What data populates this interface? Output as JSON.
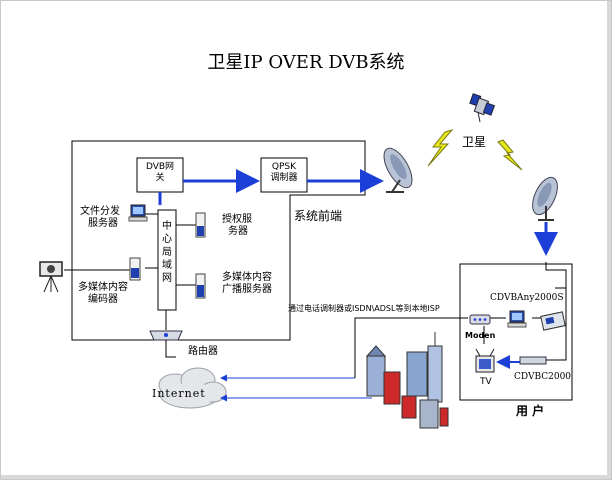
{
  "title": "卫星IP OVER DVB系统",
  "labels": {
    "dvb_gateway": [
      "DVB网",
      "关"
    ],
    "qpsk": [
      "QPSK",
      "调制器"
    ],
    "satellite": "卫星",
    "file_server": [
      "文件分发",
      "服务器"
    ],
    "central_lan": [
      "中",
      "心",
      "局",
      "域",
      "网"
    ],
    "auth_server": [
      "授权服",
      "务器"
    ],
    "system_frontend": "系统前端",
    "encoder": [
      "多媒体内容",
      "编码器"
    ],
    "broadcast_server": [
      "多媒体内容",
      "广播服务器"
    ],
    "isp_link": "通过电话调制器或ISDN\\ADSL等到本地ISP",
    "router": "路由器",
    "internet": "Internet",
    "cdvb_any": "CDVBAny2000S",
    "modem": "Moden",
    "tv": "TV",
    "cdvbc": "CDVBC2000",
    "user": "用 户"
  },
  "colors": {
    "arrow_blue": "#1c3fd8",
    "line": "#000000",
    "cloud": "#e4e6ea",
    "building": "#cc2a2a"
  }
}
